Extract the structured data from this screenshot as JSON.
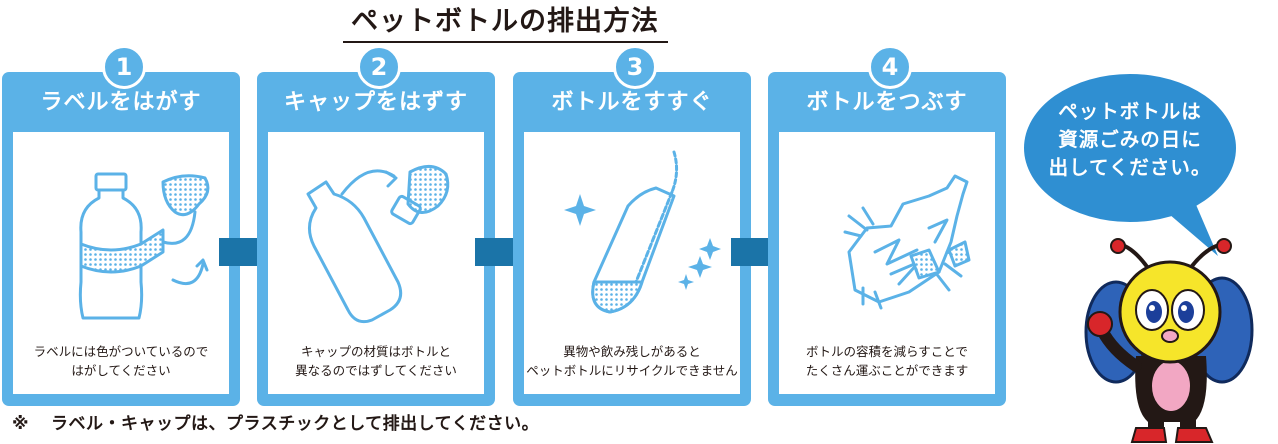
{
  "title": "ペットボトルの排出方法",
  "colors": {
    "accent": "#5bb2e7",
    "arrow": "#1b74a8",
    "bubble": "#2f8fd2",
    "text": "#231815"
  },
  "steps": [
    {
      "number": "1",
      "title": "ラベルをはがす",
      "desc_line1": "ラベルには色がついているので",
      "desc_line2": "はがしてください",
      "icon": "peel-label-icon"
    },
    {
      "number": "2",
      "title": "キャップをはずす",
      "desc_line1": "キャップの材質はボトルと",
      "desc_line2": "異なるのではずしてください",
      "icon": "remove-cap-icon"
    },
    {
      "number": "3",
      "title": "ボトルをすすぐ",
      "desc_line1": "異物や飲み残しがあると",
      "desc_line2": "ペットボトルにリサイクルできません",
      "icon": "rinse-bottle-icon"
    },
    {
      "number": "4",
      "title": "ボトルをつぶす",
      "desc_line1": "ボトルの容積を減らすことで",
      "desc_line2": "たくさん運ぶことができます",
      "icon": "crush-bottle-icon"
    }
  ],
  "footnote": {
    "mark": "※",
    "text": "ラベル・キャップは、プラスチックとして排出してください。"
  },
  "bubble": {
    "line1": "ペットボトルは",
    "line2": "資源ごみの日に",
    "line3": "出してください。"
  },
  "mascot": {
    "icon": "bee-mascot-icon"
  }
}
